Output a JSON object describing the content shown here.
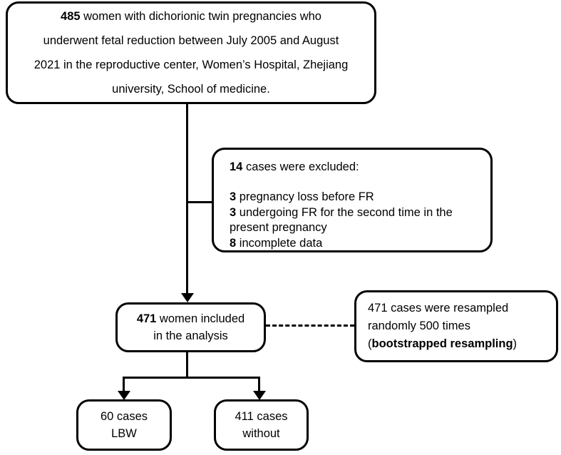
{
  "diagram": {
    "title": "Study participant flow diagram",
    "type": "flowchart",
    "colors": {
      "stroke": "#000000",
      "background": "#ffffff",
      "text": "#000000"
    }
  },
  "nodes": {
    "enrollment": {
      "count": "485",
      "line1_rest": " women with dichorionic twin pregnancies who",
      "line2": "underwent fetal reduction between July 2005 and August",
      "line3": "2021 in the reproductive center, Women’s Hospital, Zhejiang",
      "line4": "university, School of medicine."
    },
    "excluded": {
      "header_count": "14",
      "header_rest": " cases were excluded:",
      "items": [
        {
          "count": "3",
          "text": " pregnancy loss before FR"
        },
        {
          "count": "3",
          "text": " undergoing FR for the second time in the present pregnancy"
        },
        {
          "count": "8",
          "text": " incomplete data"
        }
      ]
    },
    "included": {
      "count": "471",
      "line1_rest": " women included",
      "line2": "in the analysis"
    },
    "bootstrap": {
      "line1": "471 cases were resampled",
      "line2": "randomly  500 times",
      "line3_open": "(",
      "line3_bold": "bootstrapped resampling",
      "line3_close": ")"
    },
    "outcome_lbw": {
      "line1": "60 cases",
      "line2": "LBW"
    },
    "outcome_no_lbw": {
      "line1": "411 cases",
      "line2": "without"
    }
  },
  "chart_data": {
    "type": "flowchart",
    "title": "Study participant flow diagram",
    "nodes": [
      {
        "id": "enrollment",
        "n": 485,
        "label": "485 women with dichorionic twin pregnancies who underwent fetal reduction between July 2005 and August 2021 in the reproductive center, Women’s Hospital, Zhejiang university, School of medicine."
      },
      {
        "id": "excluded",
        "n": 14,
        "label": "14 cases were excluded: 3 pregnancy loss before FR; 3 undergoing FR for the second time in the present pregnancy; 8 incomplete data"
      },
      {
        "id": "included",
        "n": 471,
        "label": "471 women included in the analysis"
      },
      {
        "id": "bootstrap",
        "n": 471,
        "label": "471 cases were resampled randomly 500 times (bootstrapped resampling)"
      },
      {
        "id": "outcome_lbw",
        "n": 60,
        "label": "60 cases LBW"
      },
      {
        "id": "outcome_no_lbw",
        "n": 411,
        "label": "411 cases without"
      }
    ],
    "edges": [
      {
        "from": "enrollment",
        "to": "excluded",
        "style": "solid-branch"
      },
      {
        "from": "enrollment",
        "to": "included",
        "style": "solid-arrow"
      },
      {
        "from": "included",
        "to": "bootstrap",
        "style": "dashed"
      },
      {
        "from": "included",
        "to": "outcome_lbw",
        "style": "solid-arrow"
      },
      {
        "from": "included",
        "to": "outcome_no_lbw",
        "style": "solid-arrow"
      }
    ]
  }
}
